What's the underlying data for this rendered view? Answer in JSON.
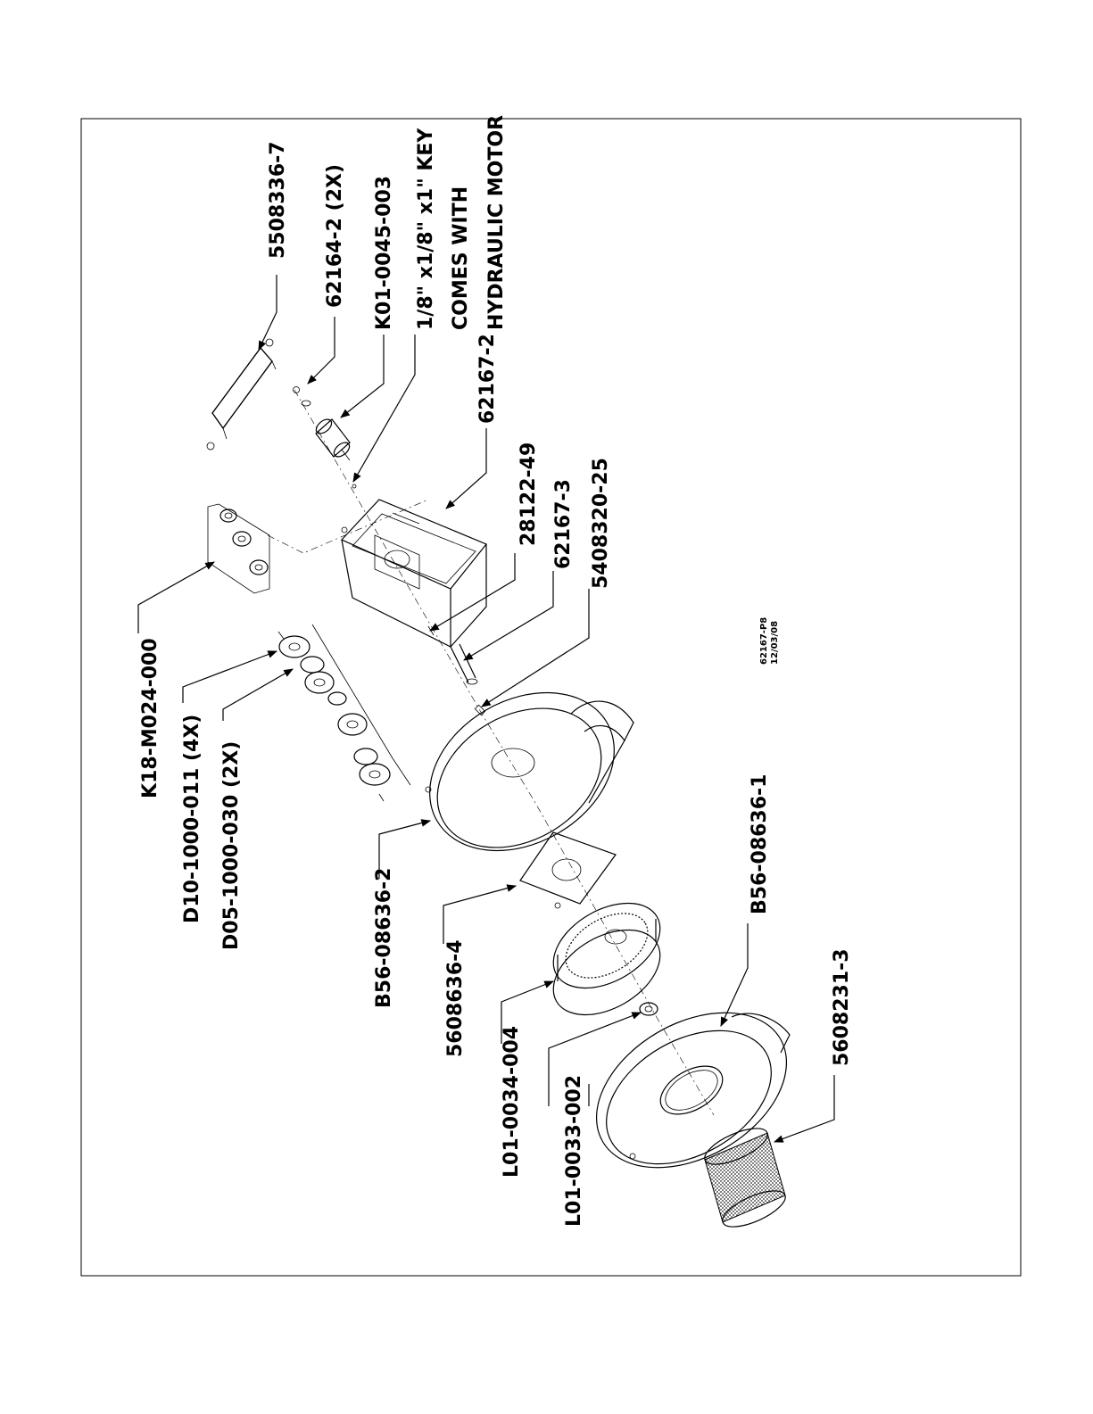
{
  "drawing": {
    "callouts": {
      "c_5508336_7": "5508336-7",
      "c_62164_2": "62164-2 (2X)",
      "c_k01": "K01-0045-003",
      "c_key": "1/8\" x1/8\" x1\" KEY",
      "c_comes": "COMES WITH",
      "c_hyd": "HYDRAULIC MOTOR",
      "c_62167_2": "62167-2",
      "c_28122": "28122-49",
      "c_62167_3": "62167-3",
      "c_5408320": "5408320-25",
      "c_k18": "K18-M024-000",
      "c_d10": "D10-1000-011 (4X)",
      "c_d05": "D05-1000-030 (2X)",
      "c_b56_2": "B56-08636-2",
      "c_5608636": "5608636-4",
      "c_l01_004": "L01-0034-004",
      "c_l01_002": "L01-0033-002",
      "c_b56_1": "B56-08636-1",
      "c_5608231": "5608231-3"
    },
    "stamp": {
      "number": "62167-P8",
      "date": "12/03/08"
    }
  }
}
